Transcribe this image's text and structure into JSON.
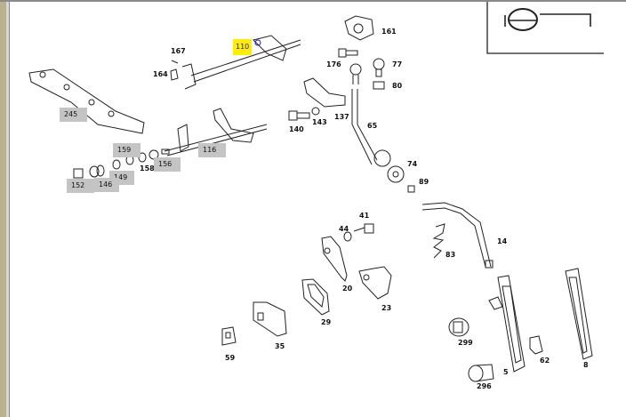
{
  "diagram": {
    "highlighted_part": "110",
    "highlight_color": "#ffee00",
    "labels": [
      "110",
      "167",
      "164",
      "245",
      "159",
      "116",
      "158",
      "156",
      "149",
      "146",
      "152",
      "161",
      "176",
      "77",
      "80",
      "140",
      "143",
      "137",
      "65",
      "74",
      "89",
      "41",
      "44",
      "83",
      "14",
      "20",
      "23",
      "29",
      "299",
      "5",
      "62",
      "8",
      "296",
      "35",
      "59"
    ]
  }
}
